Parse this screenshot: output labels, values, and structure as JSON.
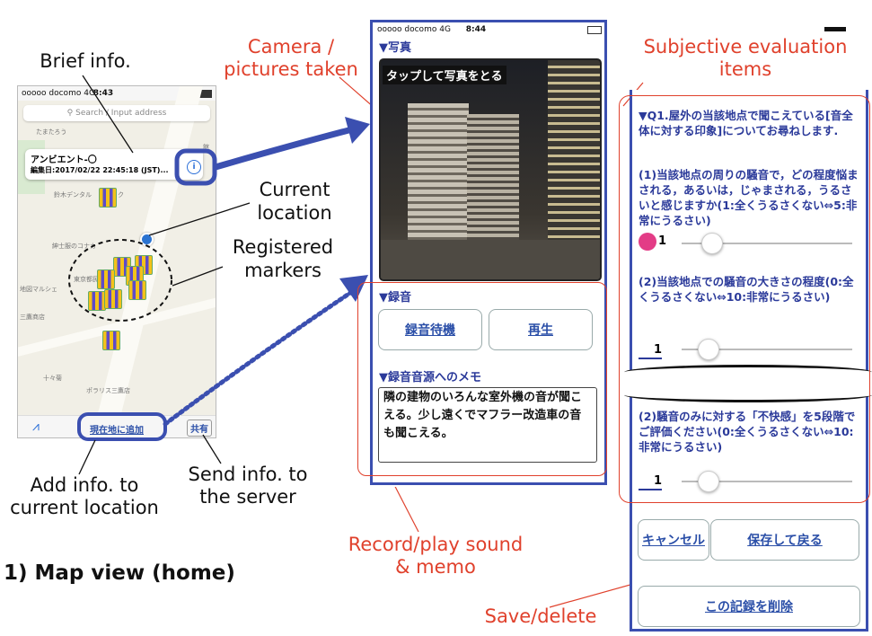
{
  "annotations": {
    "brief_info": "Brief info.",
    "current_location": "Current location",
    "registered_markers": "Registered markers",
    "add_info": "Add info. to current location",
    "send_info": "Send info. to the server",
    "map_view": "1) Map view (home)",
    "camera": "Camera / pictures taken",
    "record_memo": "Record/play sound & memo",
    "subjective": "Subjective evaluation items",
    "save_delete": "Save/delete"
  },
  "map_phone": {
    "carrier": "ooooo docomo",
    "network": "4G",
    "time": "8:43",
    "search_placeholder": "Search / Input address",
    "place_title": "アンビエント-〇",
    "edited": "編集日:2017/02/22 22:45:18 (JST)...",
    "add_here_label": "現在地に追加",
    "share_label": "共有",
    "map_labels": [
      "たまたろう",
      "鈴木デンタル",
      "ック",
      "紳士服のコナカ",
      "東京都民",
      "地図マルシェ",
      "三鷹商店",
      "十々菊",
      "ポラリス三鷹店",
      "館"
    ]
  },
  "record_phone": {
    "carrier": "ooooo docomo",
    "network": "4G",
    "time": "8:44",
    "photo_header": "▼写真",
    "photo_overlay": "タップして写真をとる",
    "record_header": "▼録音",
    "record_standby": "録音待機",
    "play": "再生",
    "memo_header": "▼録音音源へのメモ",
    "memo_text": "隣の建物のいろんな室外機の音が聞こえる。少し遠くでマフラー改造車の音も聞こえる。"
  },
  "eval_phone": {
    "q1_title": "▼Q1.屋外の当該地点で聞こえている[音全体に対する印象]についてお尋ねします.",
    "q1_1": "(1)当該地点の周りの騒音で，どの程度悩まされる，あるいは，じゃまされる，うるさいと感じますか(1:全くうるさくない⇔5:非常にうるさい)",
    "q1_1_value": "1",
    "q1_2": "(2)当該地点での騒音の大きさの程度(0:全くうるさくない⇔10:非常にうるさい)",
    "q1_2_value": "1",
    "q2_2": "(2)騒音のみに対する「不快感」を5段階でご評価ください(0:全くうるさくない⇔10:非常にうるさい)",
    "q2_2_value": "1",
    "cancel": "キャンセル",
    "save_back": "保存して戻る",
    "delete_record": "この記録を削除"
  },
  "colors": {
    "annotation_red": "#e0412c",
    "frame_blue": "#3b4fb0",
    "button_text": "#2b4fa8"
  }
}
